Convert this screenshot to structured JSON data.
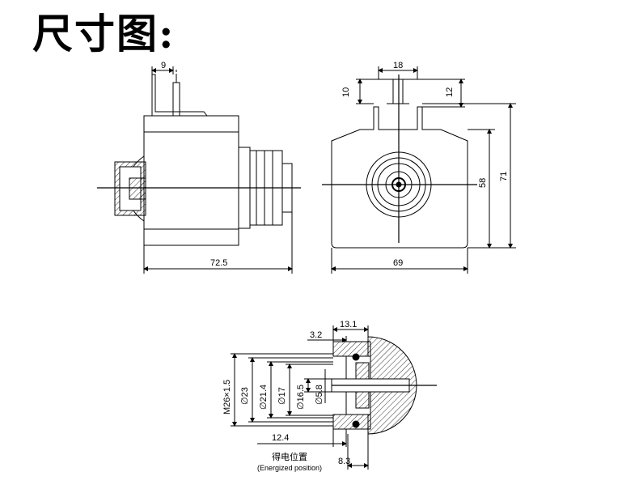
{
  "title": "尺寸图:",
  "top_dims": {
    "pin_offset": "9",
    "length": "72.5",
    "pin_spacing": "18",
    "pin_height_left": "10",
    "pin_height_right": "12",
    "height_inner": "58",
    "height_total": "71",
    "width": "69"
  },
  "detail_dims": {
    "depth_total": "13.1",
    "depth_step": "3.2",
    "thread": "M26×1.5",
    "d23": "∅23",
    "d21_4": "∅21.4",
    "d17": "∅17",
    "d16_5": "∅16.5",
    "d5_8": "∅5.8",
    "length_12_4": "12.4",
    "offset_8_3": "8.3"
  },
  "energized_cn": "得电位置",
  "energized_en": "(Energized position)"
}
